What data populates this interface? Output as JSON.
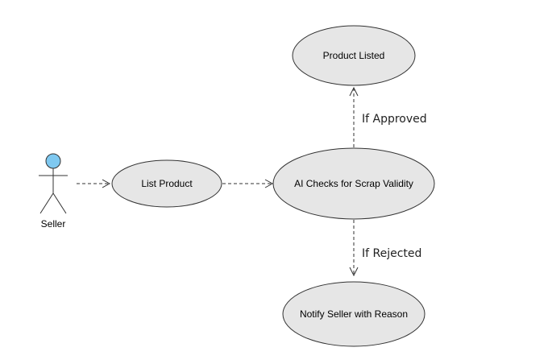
{
  "actor": {
    "label": "Seller",
    "head_color": "#7ec8f0"
  },
  "use_cases": {
    "list_product": "List Product",
    "ai_checks": "AI Checks for Scrap Validity",
    "product_listed": "Product Listed",
    "notify_seller": "Notify Seller with Reason"
  },
  "edges": {
    "approved_label": "If Approved",
    "rejected_label": "If Rejected"
  },
  "colors": {
    "use_case_fill": "#e6e6e6",
    "stroke": "#333333"
  }
}
